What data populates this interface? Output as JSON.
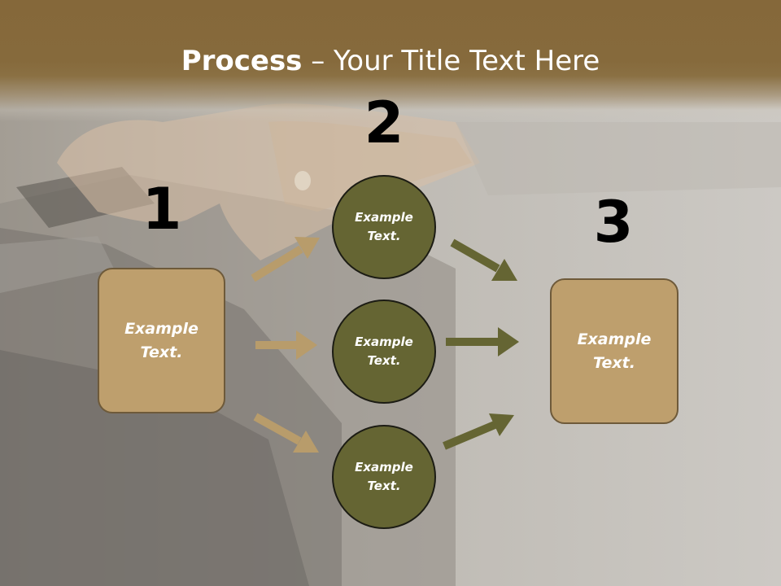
{
  "slide": {
    "title_bold": "Process",
    "title_rest": " – Your Title Text Here"
  },
  "steps": [
    {
      "number": "1",
      "label": "Example\nText."
    },
    {
      "number": "2",
      "labels": [
        "Example\nText.",
        "Example\nText.",
        "Example\nText."
      ]
    },
    {
      "number": "3",
      "label": "Example\nText."
    }
  ],
  "colors": {
    "title_band": "#85683a",
    "box_fill": "#be9f6d",
    "circle_fill": "#656533",
    "arrow_left": "#b89c6b",
    "arrow_right": "#656533",
    "number_text": "#000000",
    "label_text": "#ffffff"
  }
}
